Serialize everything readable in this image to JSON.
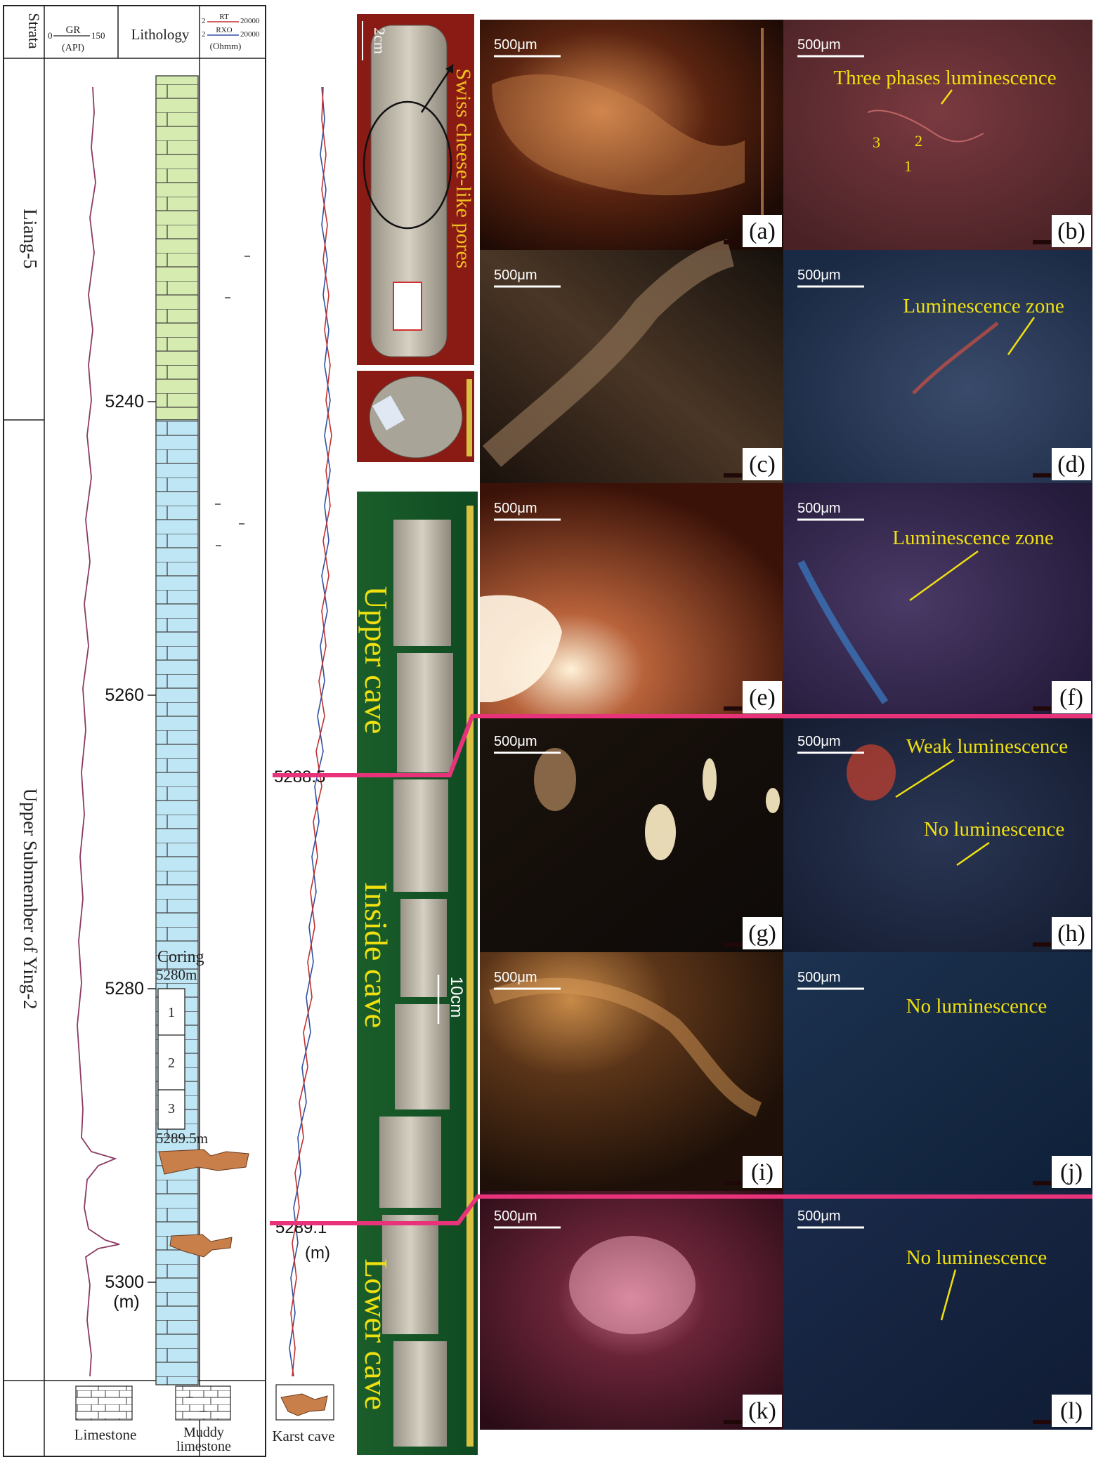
{
  "columns": {
    "strata": "Strata",
    "gr": {
      "name": "GR",
      "min": "0",
      "max": "150",
      "unit": "(API)"
    },
    "lithology": "Lithology",
    "resistivity": {
      "rt_label": "RT",
      "rxo_label": "RXO",
      "min": "2",
      "max": "20000",
      "unit": "(Ohmm)"
    }
  },
  "strata": {
    "upper": "Liang-5",
    "lower": "Upper Submember of Ying-2"
  },
  "depths": {
    "d5240": "5240",
    "d5260": "5260",
    "d5280": "5280",
    "d5300": "5300",
    "unit": "(m)"
  },
  "coring": {
    "title": "Coring",
    "top": "5280m",
    "bottom": "5289.5m",
    "segments": [
      "1",
      "2",
      "3"
    ]
  },
  "boundaries": {
    "upper": "5288.5",
    "lower": "5289.1",
    "unit": "(m)"
  },
  "legend": {
    "limestone": "Limestone",
    "muddy_1": "Muddy",
    "muddy_2": "limestone",
    "karst": "Karst cave"
  },
  "core": {
    "scale_small": "2cm",
    "pores_note": "Swiss cheese-like pores",
    "scale_large": "10cm",
    "zones": {
      "upper": "Upper cave",
      "inside": "Inside cave",
      "lower": "Lower cave"
    }
  },
  "micro": {
    "scale": "500μm",
    "panels": [
      {
        "letter": "(a)",
        "caption": ""
      },
      {
        "letter": "(b)",
        "caption": "Three phases luminescence"
      },
      {
        "letter": "(c)",
        "caption": ""
      },
      {
        "letter": "(d)",
        "caption": "Luminescence zone"
      },
      {
        "letter": "(e)",
        "caption": ""
      },
      {
        "letter": "(f)",
        "caption": "Luminescence zone"
      },
      {
        "letter": "(g)",
        "caption": ""
      },
      {
        "letter": "(h)",
        "caption": "Weak luminescence",
        "caption2": "No luminescence"
      },
      {
        "letter": "(i)",
        "caption": ""
      },
      {
        "letter": "(j)",
        "caption": "No luminescence"
      },
      {
        "letter": "(k)",
        "caption": ""
      },
      {
        "letter": "(l)",
        "caption": "No luminescence"
      }
    ],
    "phase_numbers": [
      "3",
      "2",
      "1"
    ]
  },
  "colors": {
    "limestone_green": "#d6ebb0",
    "limestone_blue": "#bfe6f4",
    "boundary": "#e8337a",
    "karst": "#c87f4a",
    "log_curve": "#8b3a62",
    "caption": "#f0e010"
  }
}
